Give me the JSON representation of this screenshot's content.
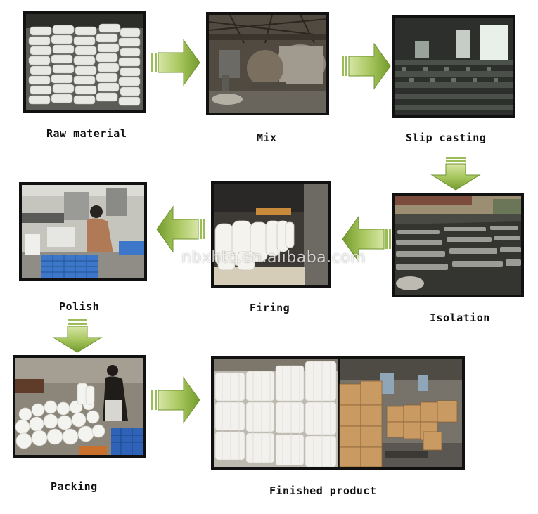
{
  "steps": [
    {
      "id": "raw-material",
      "label": "Raw material"
    },
    {
      "id": "mix",
      "label": "Mix"
    },
    {
      "id": "slip-casting",
      "label": "Slip casting"
    },
    {
      "id": "isolation",
      "label": "Isolation"
    },
    {
      "id": "firing",
      "label": "Firing"
    },
    {
      "id": "polish",
      "label": "Polish"
    },
    {
      "id": "packing",
      "label": "Packing"
    },
    {
      "id": "finished-product",
      "label": "Finished product"
    }
  ],
  "watermark": "nbxhtc.en.alibaba.com",
  "colors": {
    "arrow_light": "#c9dc8f",
    "arrow_dark": "#7ea33a",
    "frame": "#111111"
  }
}
